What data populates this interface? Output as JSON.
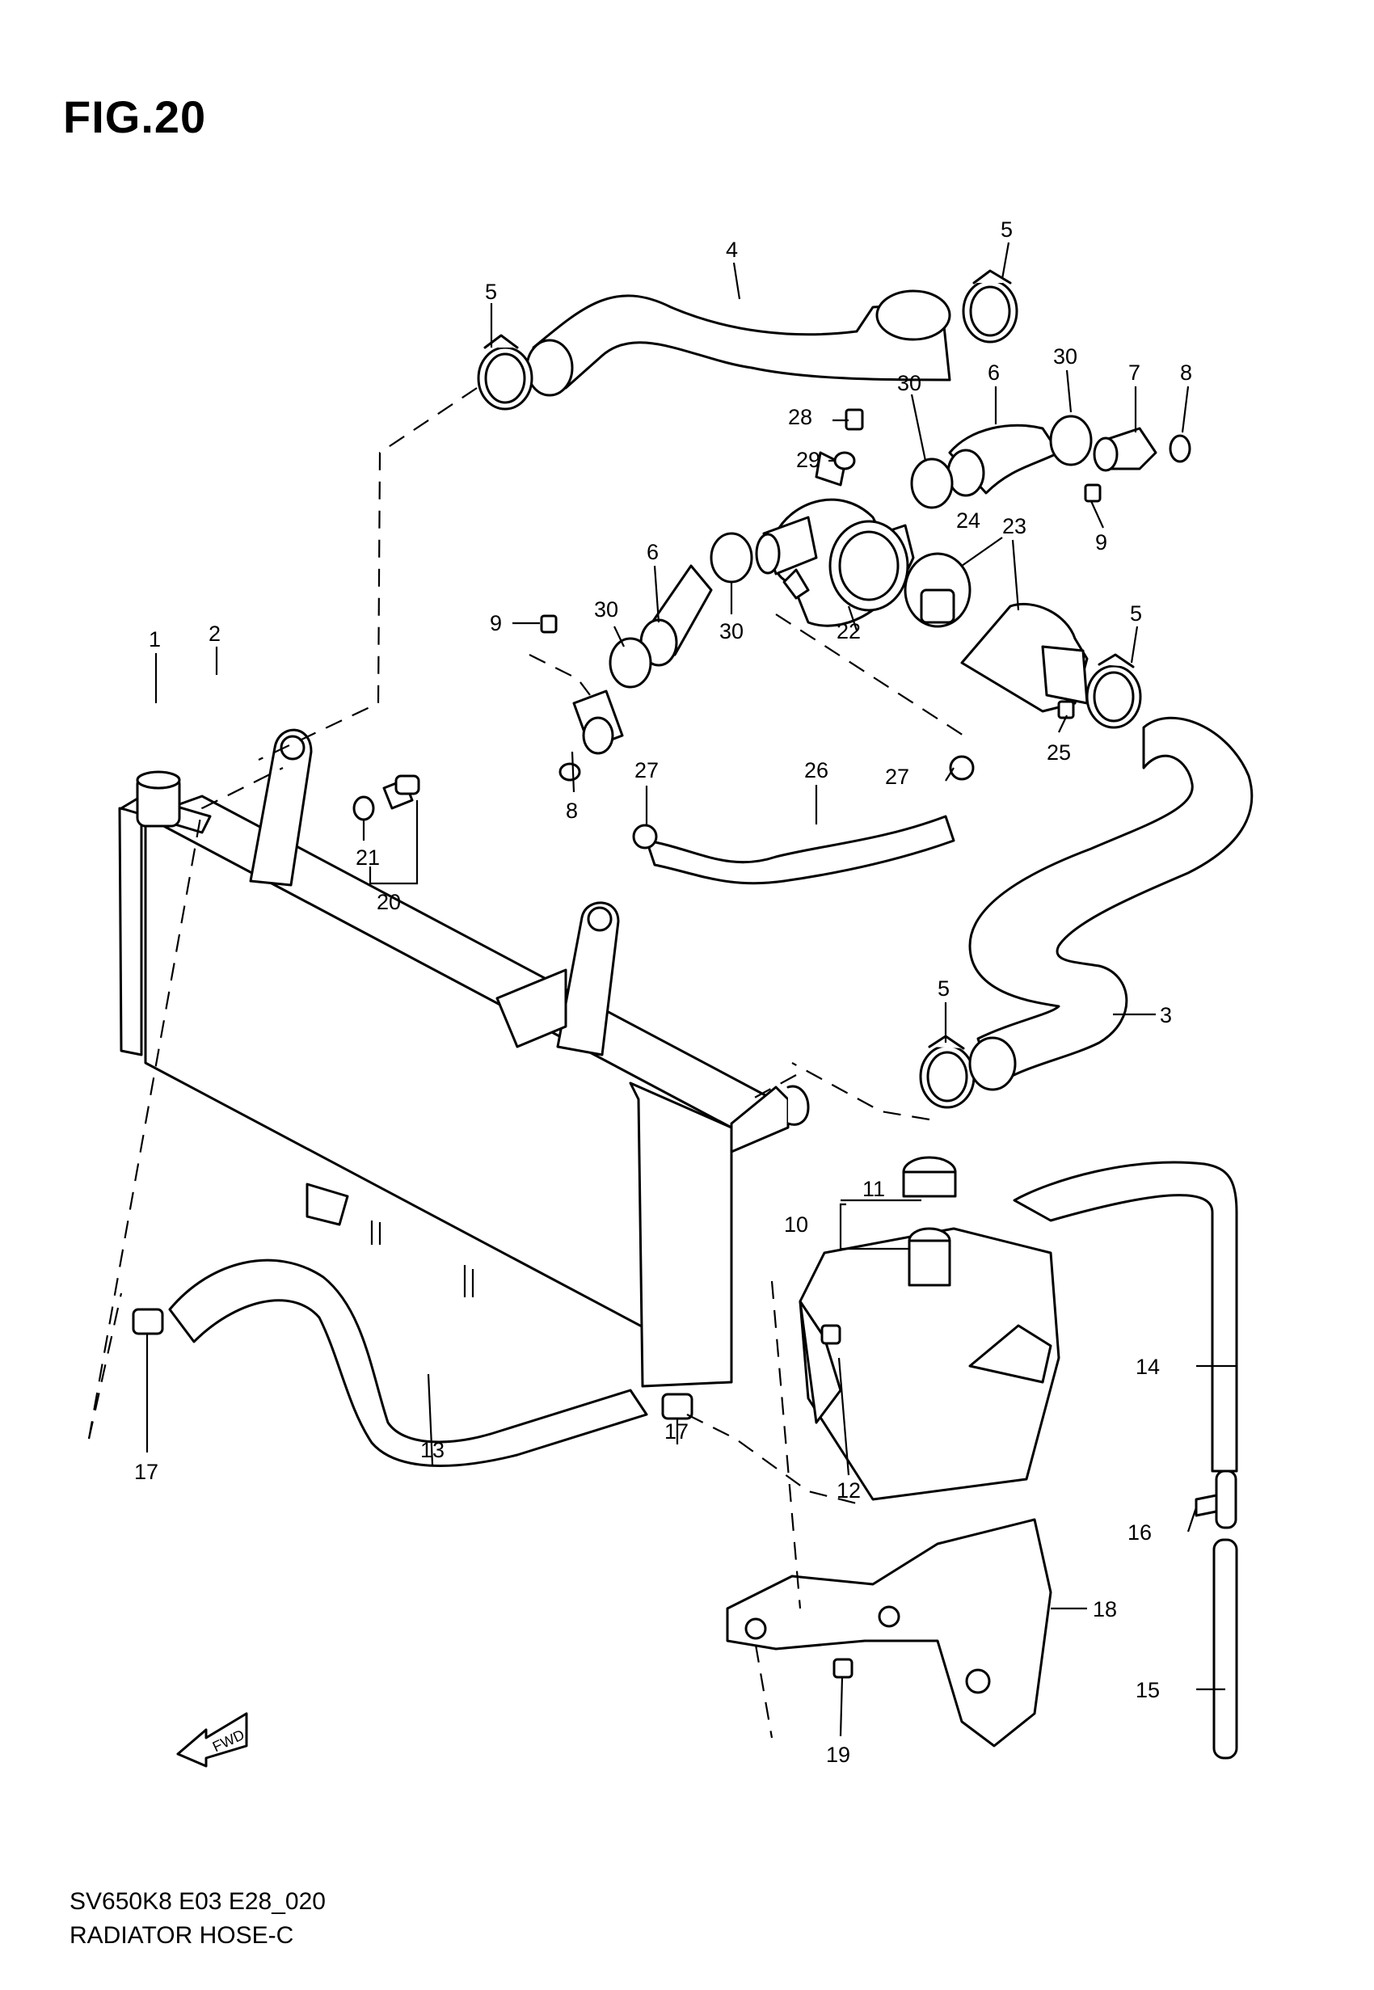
{
  "figure": {
    "title": "FIG.20"
  },
  "footer": {
    "model_code": "SV650K8 E03 E28_020",
    "diagram_name": "RADIATOR HOSE-C"
  },
  "direction_arrow": {
    "label": "FWD"
  },
  "callouts": [
    {
      "id": "c1",
      "number": "1"
    },
    {
      "id": "c2",
      "number": "2"
    },
    {
      "id": "c3",
      "number": "3"
    },
    {
      "id": "c4",
      "number": "4"
    },
    {
      "id": "c5a",
      "number": "5"
    },
    {
      "id": "c5b",
      "number": "5"
    },
    {
      "id": "c5c",
      "number": "5"
    },
    {
      "id": "c5d",
      "number": "5"
    },
    {
      "id": "c6a",
      "number": "6"
    },
    {
      "id": "c6b",
      "number": "6"
    },
    {
      "id": "c7",
      "number": "7"
    },
    {
      "id": "c8a",
      "number": "8"
    },
    {
      "id": "c8b",
      "number": "8"
    },
    {
      "id": "c9a",
      "number": "9"
    },
    {
      "id": "c9b",
      "number": "9"
    },
    {
      "id": "c10",
      "number": "10"
    },
    {
      "id": "c11",
      "number": "11"
    },
    {
      "id": "c12",
      "number": "12"
    },
    {
      "id": "c13",
      "number": "13"
    },
    {
      "id": "c14",
      "number": "14"
    },
    {
      "id": "c15",
      "number": "15"
    },
    {
      "id": "c16",
      "number": "16"
    },
    {
      "id": "c17a",
      "number": "17"
    },
    {
      "id": "c17b",
      "number": "17"
    },
    {
      "id": "c18",
      "number": "18"
    },
    {
      "id": "c19",
      "number": "19"
    },
    {
      "id": "c20",
      "number": "20"
    },
    {
      "id": "c21",
      "number": "21"
    },
    {
      "id": "c22",
      "number": "22"
    },
    {
      "id": "c23",
      "number": "23"
    },
    {
      "id": "c24",
      "number": "24"
    },
    {
      "id": "c25",
      "number": "25"
    },
    {
      "id": "c26",
      "number": "26"
    },
    {
      "id": "c27a",
      "number": "27"
    },
    {
      "id": "c27b",
      "number": "27"
    },
    {
      "id": "c28",
      "number": "28"
    },
    {
      "id": "c29",
      "number": "29"
    },
    {
      "id": "c30a",
      "number": "30"
    },
    {
      "id": "c30b",
      "number": "30"
    },
    {
      "id": "c30c",
      "number": "30"
    },
    {
      "id": "c30d",
      "number": "30"
    }
  ]
}
